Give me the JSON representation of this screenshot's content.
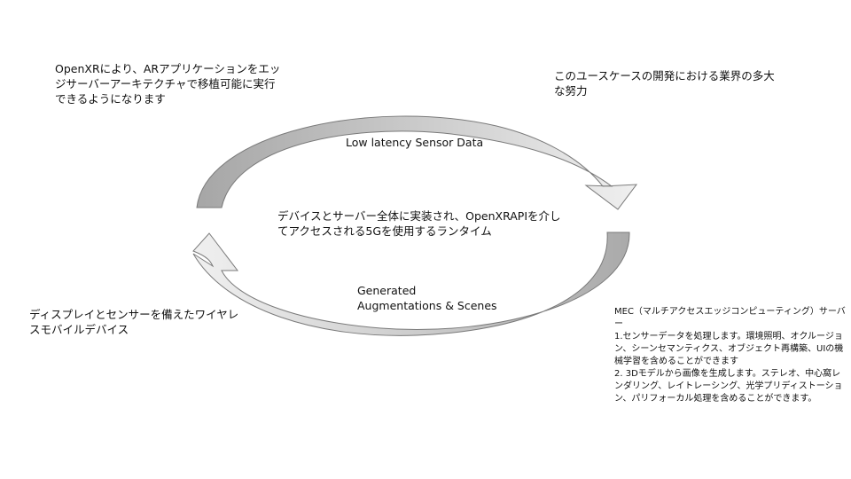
{
  "diagram": {
    "top_left_text": "OpenXRにより、ARアプリケーションをエッジサーバーアーキテクチャで移植可能に実行できるようになります",
    "top_right_text": "このユースケースの開発における業界の多大な努力",
    "top_arrow_label": "Low latency Sensor Data",
    "center_text": "デバイスとサーバー全体に実装され、OpenXRAPIを介してアクセスされる5Gを使用するランタイム",
    "bottom_arrow_label": "Generated\nAugmentations & Scenes",
    "bottom_left_text": "ディスプレイとセンサーを備えたワイヤレスモバイルデバイス",
    "bottom_right_text": "MEC（マルチアクセスエッジコンピューティング）サーバー\n1.センサーデータを処理します。環境照明、オクルージョン、シーンセマンティクス、オブジェクト再構築、UIの機械学習を含めることができます\n2. 3Dモデルから画像を生成します。ステレオ、中心窩レンダリング、レイトレーシング、光学プリディストーション、パリフォーカル処理を含めることができます。",
    "colors": {
      "top_arc_dark": "#a6a6a6",
      "top_arc_light": "#e8e8e8",
      "bottom_arc_dark": "#b3b3b3",
      "bottom_arc_light": "#ececec",
      "outline": "#7a7a7a"
    }
  }
}
